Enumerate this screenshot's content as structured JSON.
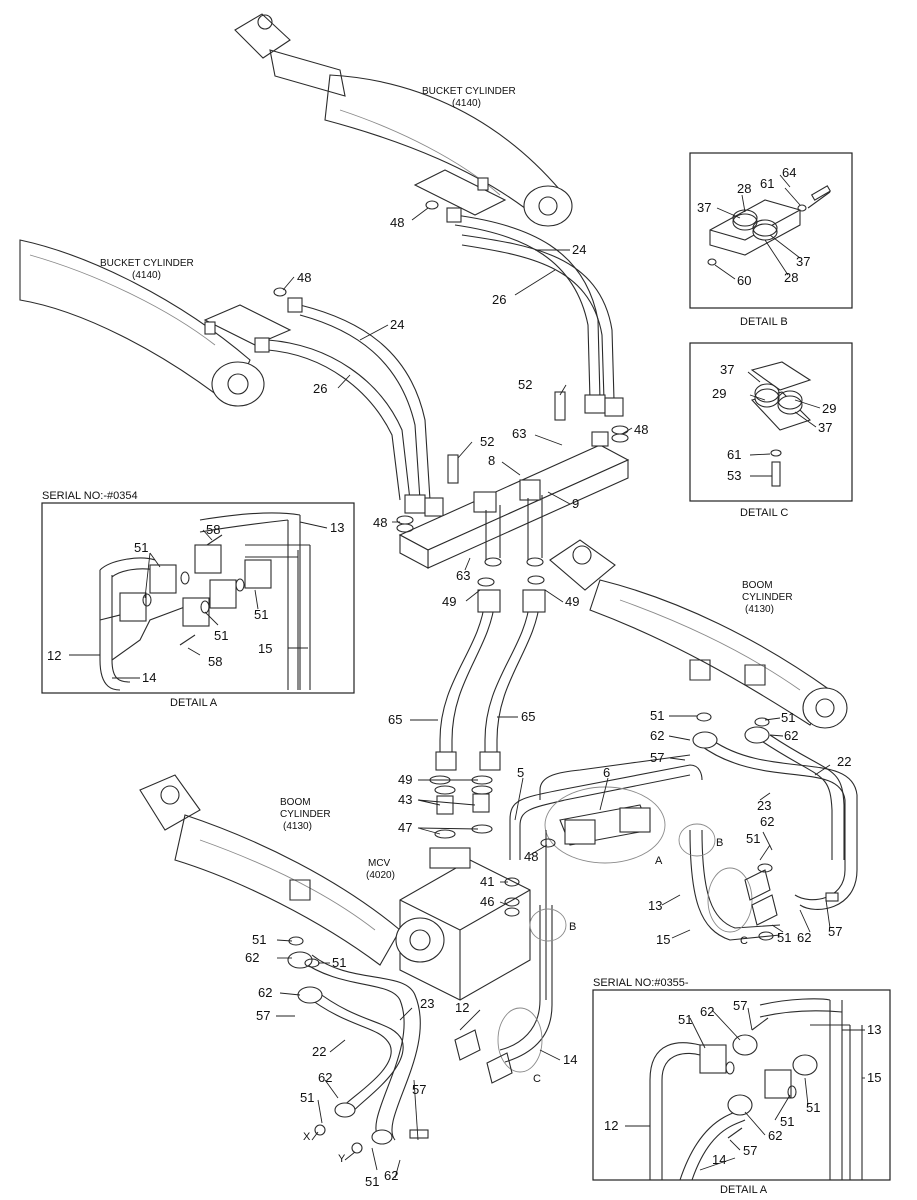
{
  "labels": {
    "bucket_cyl_top": "BUCKET CYLINDER",
    "bucket_cyl_top_code": "(4140)",
    "bucket_cyl_left": "BUCKET CYLINDER",
    "bucket_cyl_left_code": "(4140)",
    "boom_cyl_right_1": "BOOM",
    "boom_cyl_right_2": "CYLINDER",
    "boom_cyl_right_code": "(4130)",
    "boom_cyl_left_1": "BOOM",
    "boom_cyl_left_2": "CYLINDER",
    "boom_cyl_left_code": "(4130)",
    "mcv": "MCV",
    "mcv_code": "(4020)"
  },
  "details": {
    "a_top": {
      "serial": "SERIAL NO:-#0354",
      "caption": "DETAIL A"
    },
    "b": {
      "caption": "DETAIL B"
    },
    "c": {
      "caption": "DETAIL C"
    },
    "a_bottom": {
      "serial": "SERIAL NO:#0355-",
      "caption": "DETAIL A"
    }
  },
  "callouts": {
    "c48a": "48",
    "c24a": "24",
    "c26a": "26",
    "c48b": "48",
    "c24b": "24",
    "c26b": "26",
    "c52a": "52",
    "c63a": "63",
    "c48c": "48",
    "c52b": "52",
    "c8": "8",
    "c9": "9",
    "c48d": "48",
    "c63b": "63",
    "c49a": "49",
    "c49b": "49",
    "c65a": "65",
    "c65b": "65",
    "c49c": "49",
    "c43": "43",
    "c47": "47",
    "c5": "5",
    "c6": "6",
    "c48e": "48",
    "c41": "41",
    "c46": "46",
    "c51a": "51",
    "c62a": "62",
    "c57a": "57",
    "c51b": "51",
    "c62b": "62",
    "c22a": "22",
    "c23a": "23",
    "c51c": "51",
    "c62c": "62",
    "c13a": "13",
    "c15a": "15",
    "c51d": "51",
    "c62d": "62",
    "c57b": "57",
    "c51e": "51",
    "c62e": "62",
    "c51f": "51",
    "c62f": "62",
    "c57c": "57",
    "c22b": "22",
    "c23b": "23",
    "c62g": "62",
    "c51g": "51",
    "c51h": "51",
    "c62h": "62",
    "c57d": "57",
    "c12": "12",
    "c14": "14",
    "d58a": "58",
    "d51a": "51",
    "d51b": "51",
    "d51c": "51",
    "d58b": "58",
    "d13": "13",
    "d12": "12",
    "d15": "15",
    "d14": "14",
    "b64": "64",
    "b61": "61",
    "b28a": "28",
    "b37a": "37",
    "b37b": "37",
    "b28b": "28",
    "b60": "60",
    "cc37a": "37",
    "cc29a": "29",
    "cc29b": "29",
    "cc37b": "37",
    "cc61": "61",
    "cc53": "53",
    "e57": "57",
    "e62a": "62",
    "e51a": "51",
    "e13": "13",
    "e15": "15",
    "e12": "12",
    "e51b": "51",
    "e51c": "51",
    "e62b": "62",
    "e14": "14",
    "e57b": "57"
  },
  "letters": {
    "A1": "A",
    "B1": "B",
    "C1": "C",
    "B2": "B",
    "C2": "C",
    "X1": "X",
    "Y1": "Y"
  }
}
